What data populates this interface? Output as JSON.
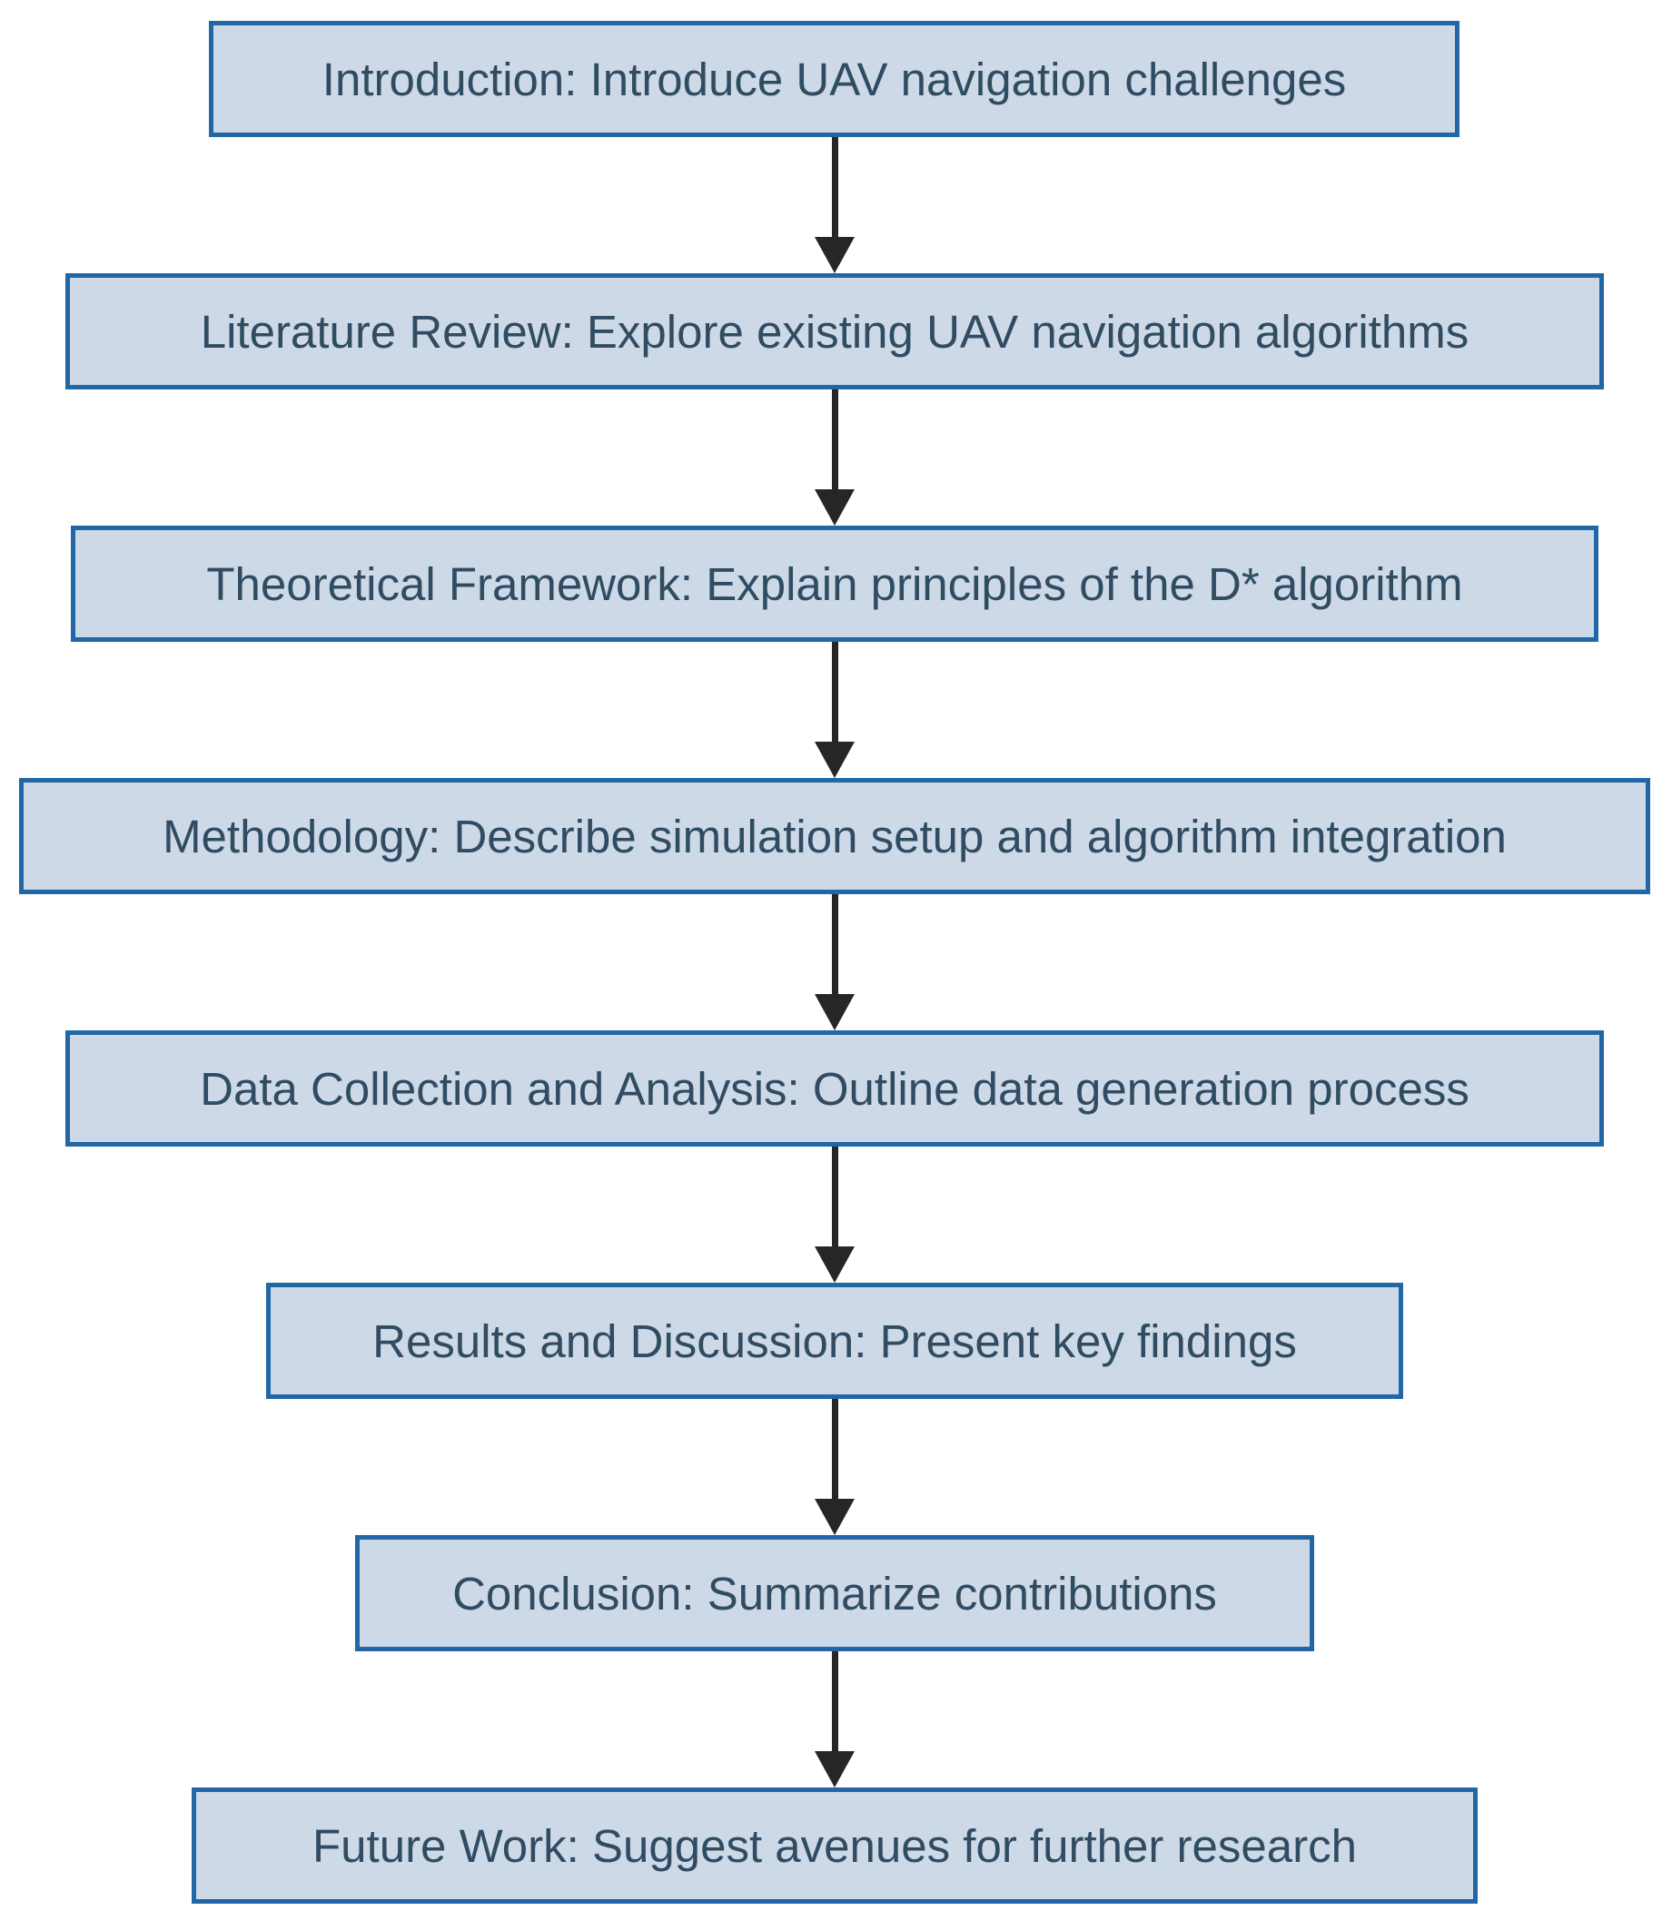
{
  "flowchart": {
    "type": "vertical-flowchart",
    "nodes": [
      {
        "id": "introduction",
        "label": "Introduction: Introduce UAV navigation challenges"
      },
      {
        "id": "literature-review",
        "label": "Literature Review: Explore existing UAV navigation algorithms"
      },
      {
        "id": "theoretical-framework",
        "label": "Theoretical Framework: Explain principles of the D* algorithm"
      },
      {
        "id": "methodology",
        "label": "Methodology: Describe simulation setup and algorithm integration"
      },
      {
        "id": "data-collection",
        "label": "Data Collection and Analysis: Outline data generation process"
      },
      {
        "id": "results-discussion",
        "label": "Results and Discussion: Present key findings"
      },
      {
        "id": "conclusion",
        "label": "Conclusion: Summarize contributions"
      },
      {
        "id": "future-work",
        "label": "Future Work: Suggest avenues for further research"
      }
    ],
    "edges": [
      {
        "from": "introduction",
        "to": "literature-review"
      },
      {
        "from": "literature-review",
        "to": "theoretical-framework"
      },
      {
        "from": "theoretical-framework",
        "to": "methodology"
      },
      {
        "from": "methodology",
        "to": "data-collection"
      },
      {
        "from": "data-collection",
        "to": "results-discussion"
      },
      {
        "from": "results-discussion",
        "to": "conclusion"
      },
      {
        "from": "conclusion",
        "to": "future-work"
      }
    ],
    "colors": {
      "background": "#ffffff",
      "node_fill": "#cdd9e7",
      "node_border": "#2166a5",
      "node_text": "#304c63",
      "arrow": "#262626"
    }
  }
}
